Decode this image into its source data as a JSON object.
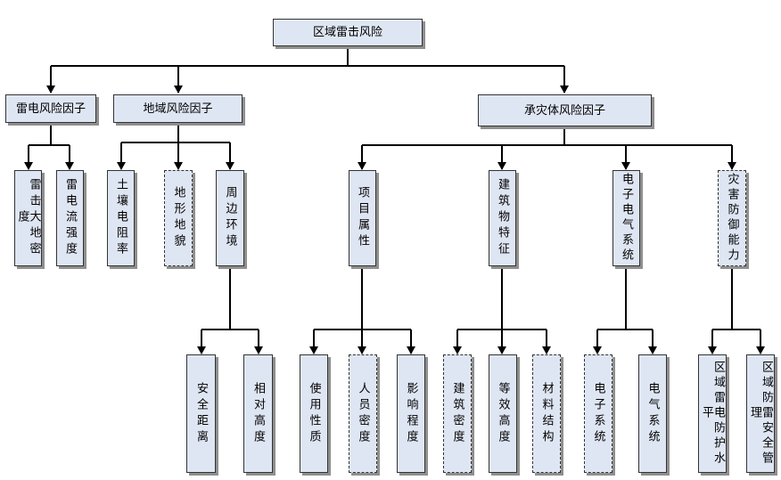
{
  "root": "区域雷击风险",
  "level1": {
    "lightning_factor": "雷电风险因子",
    "region_factor": "地域风险因子",
    "carrier_factor": "承灾体风险因子"
  },
  "level2": {
    "ground_flash_density": "雷击大地密度",
    "lightning_current": "雷电流强度",
    "soil_resistivity": "土壤电阻率",
    "terrain": "地形地貌",
    "surroundings": "周边环境",
    "project_attribute": "项目属性",
    "building_feature": "建筑物特征",
    "electronic_system": "电子电气系统",
    "disaster_defense": "灾害防御能力"
  },
  "level3": {
    "safety_distance": "安全距离",
    "relative_height": "相对高度",
    "usage_nature": "使用性质",
    "personnel_density": "人员密度",
    "impact_degree": "影响程度",
    "building_density": "建筑密度",
    "equivalent_height": "等效高度",
    "material_structure": "材料结构",
    "electronic_sys": "电子系统",
    "electrical_sys": "电气系统",
    "regional_protection_level": "区域雷电防护水平",
    "regional_safety_management": "区域防雷安全管理"
  }
}
